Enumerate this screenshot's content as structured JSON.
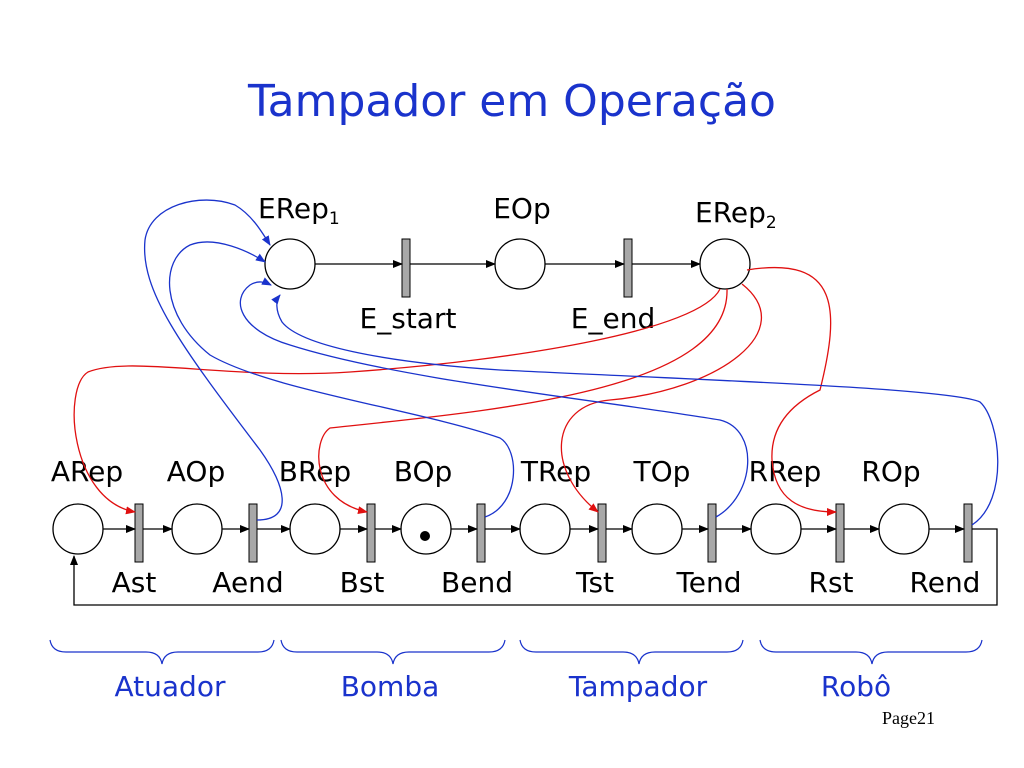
{
  "title": "Tampador em Operação",
  "page": "Page21",
  "top_net": {
    "places": {
      "erep1": {
        "name": "ERep",
        "sub": "1"
      },
      "eop": {
        "name": "EOp"
      },
      "erep2": {
        "name": "ERep",
        "sub": "2"
      }
    },
    "transitions": {
      "e_start": "E_start",
      "e_end": "E_end"
    }
  },
  "bottom_net": {
    "places": [
      "ARep",
      "AOp",
      "BRep",
      "BOp",
      "TRep",
      "TOp",
      "RRep",
      "ROp"
    ],
    "transitions": [
      "Ast",
      "Aend",
      "Bst",
      "Bend",
      "Tst",
      "Tend",
      "Rst",
      "Rend"
    ],
    "token_place": "BOp"
  },
  "groups": [
    "Atuador",
    "Bomba",
    "Tampador",
    "Robô"
  ],
  "colors": {
    "title": "#1a33cc",
    "request_arc": "#e01010",
    "release_arc": "#1a33cc",
    "transition_fill": "#a8a8a8"
  }
}
